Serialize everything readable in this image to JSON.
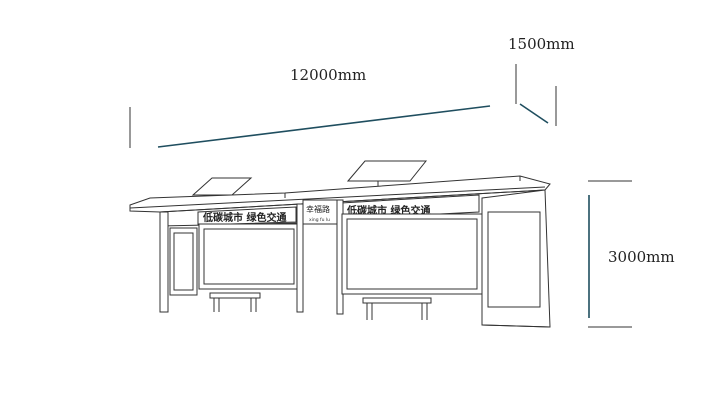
{
  "dimensions": {
    "length": "12000mm",
    "depth": "1500mm",
    "height": "3000mm"
  },
  "signs": {
    "left_panel": "低碳城市 绿色交通",
    "right_panel": "低碳城市 绿色交通",
    "center_name": "幸福路",
    "center_pinyin": "xing fu lu"
  },
  "colors": {
    "dimension_line": "#1f4e5f",
    "outline": "#333333"
  }
}
